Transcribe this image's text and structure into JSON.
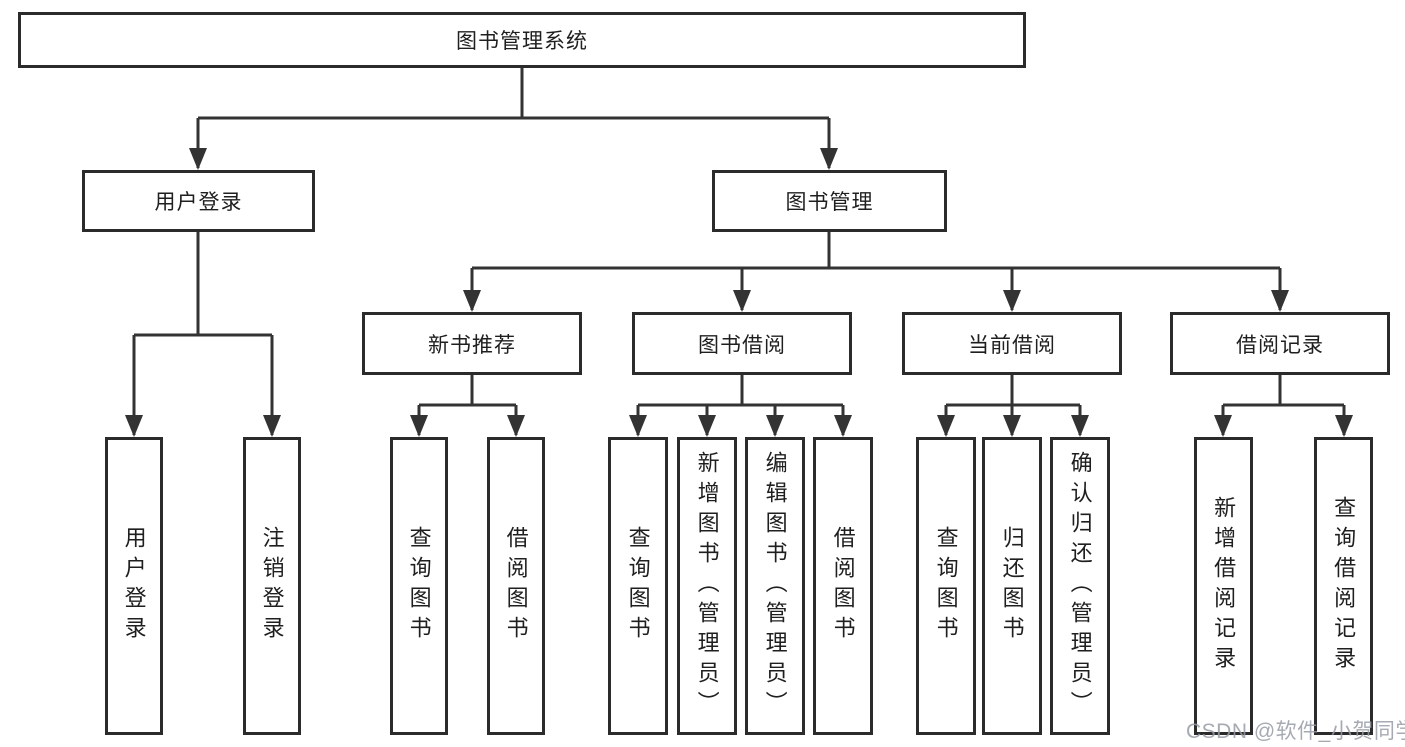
{
  "diagram": {
    "type": "hierarchy-diagram",
    "title": "图书管理系统"
  },
  "tree": {
    "label": "图书管理系统",
    "children": [
      {
        "label": "用户登录",
        "children": [
          {
            "label": "用户登录"
          },
          {
            "label": "注销登录"
          }
        ]
      },
      {
        "label": "图书管理",
        "children": [
          {
            "label": "新书推荐",
            "children": [
              {
                "label": "查询图书"
              },
              {
                "label": "借阅图书"
              }
            ]
          },
          {
            "label": "图书借阅",
            "children": [
              {
                "label": "查询图书"
              },
              {
                "label": "新增图书（管理员）"
              },
              {
                "label": "编辑图书（管理员）"
              },
              {
                "label": "借阅图书"
              }
            ]
          },
          {
            "label": "当前借阅",
            "children": [
              {
                "label": "查询图书"
              },
              {
                "label": "归还图书"
              },
              {
                "label": "确认归还（管理员）"
              }
            ]
          },
          {
            "label": "借阅记录",
            "children": [
              {
                "label": "新增借阅记录"
              },
              {
                "label": "查询借阅记录"
              }
            ]
          }
        ]
      }
    ]
  },
  "watermark": {
    "text": "CSDN @软件_小贺同学"
  },
  "colors": {
    "background": "#ffffff",
    "line": "#333333",
    "box_border": "#2b2b2b",
    "text": "#1f1f1f",
    "watermark": "#9aa0aa"
  }
}
